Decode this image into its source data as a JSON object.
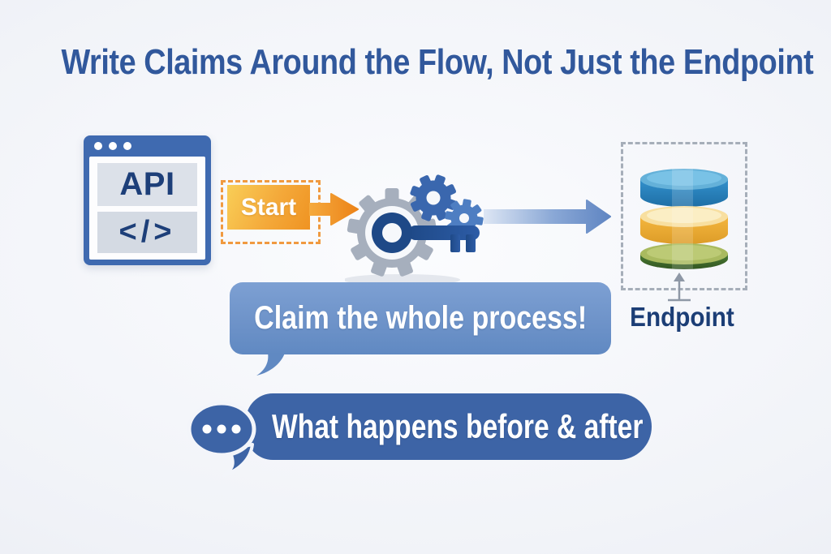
{
  "title": "Write Claims Around the Flow, Not Just the Endpoint",
  "api_window": {
    "label": "API",
    "code_symbol": "</>"
  },
  "flow": {
    "start_label": "Start",
    "endpoint_label": "Endpoint"
  },
  "speech": {
    "claim_bubble": "Claim the whole process!",
    "detail_bubble": "What happens before & after"
  },
  "colors": {
    "title_blue": "#31589c",
    "window_frame_blue": "#3f6ab0",
    "navy_text": "#1d3f79",
    "start_orange": "#ef9322",
    "dashed_orange": "#f09a40",
    "gear_gray": "#a6afbd",
    "gear_blue": "#3a67ae",
    "gear_light_blue": "#4e7ec2",
    "key_navy": "#1e4987",
    "flow_arrow_blue": "#5f85c2",
    "db_blue": "#2f8fc9",
    "db_yellow": "#f2b13c",
    "db_green": "#44722f",
    "bubble_light_blue": "#6e93c9",
    "bubble_dark_blue": "#3d64a6",
    "dashed_gray": "#a6aeb9"
  }
}
